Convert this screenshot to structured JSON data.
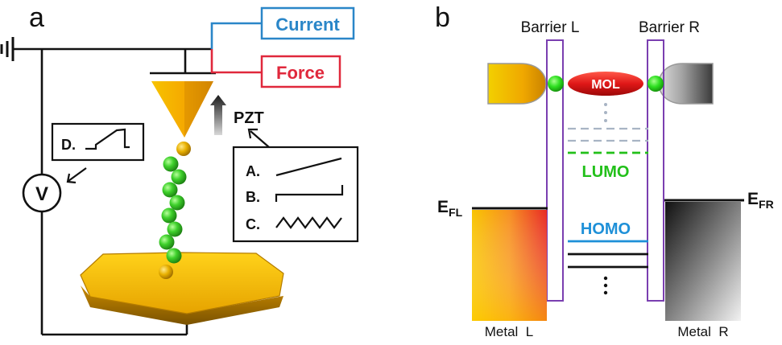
{
  "panel_a": {
    "label": "a",
    "current_label": "Current",
    "force_label": "Force",
    "pzt_label": "PZT",
    "voltmeter_label": "V",
    "d_label": "D.",
    "a_label": "A.",
    "b_label": "B.",
    "c_label": "C."
  },
  "panel_b": {
    "label": "b",
    "barrier_left": "Barrier L",
    "barrier_right": "Barrier R",
    "mol_label": "MOL",
    "lumo_label": "LUMO",
    "homo_label": "HOMO",
    "efl_main": "E",
    "efl_sub": "FL",
    "efr_main": "E",
    "efr_sub": "FR",
    "metal_left": "Metal  L",
    "metal_right": "Metal  R"
  },
  "colors": {
    "current": "#2a86c8",
    "force": "#e0283c",
    "gold": "#f0b400",
    "bead_green": "#3fd12c",
    "barrier": "#7a3fb0",
    "lumo": "#22c01a",
    "homo": "#1e90d8",
    "mol": "#e01818"
  }
}
